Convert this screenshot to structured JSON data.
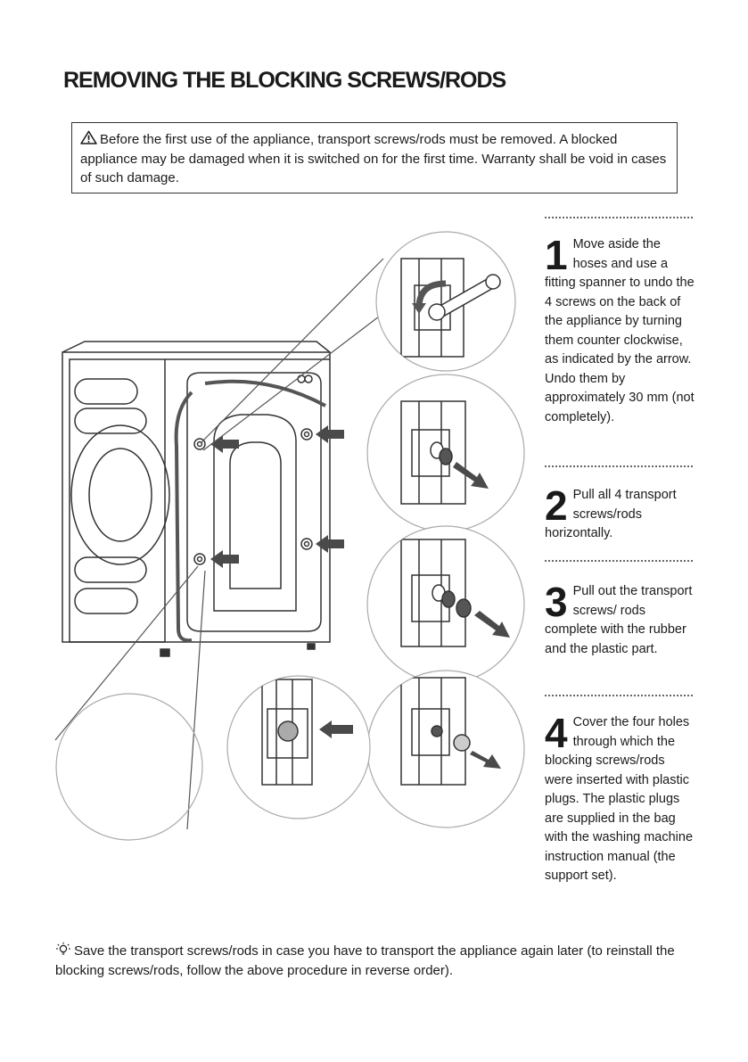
{
  "page": {
    "title": "REMOVING THE BLOCKING SCREWS/RODS"
  },
  "warning": {
    "icon": "warning-triangle-icon",
    "text": "Before the first use of the appliance, transport screws/rods must be removed. A blocked appliance may be damaged when it is switched on for the first time. Warranty shall be void in cases of such damage."
  },
  "steps": [
    {
      "number": "1",
      "text": "Move aside the hoses and use a fitting spanner to undo the 4 screws on the back of the appliance by turning them counter clockwise, as indicated by the arrow. Undo them by approximately 30 mm (not completely)."
    },
    {
      "number": "2",
      "text": "Pull all 4 transport screws/rods horizontally."
    },
    {
      "number": "3",
      "text": "Pull out the transport screws/ rods complete with the rubber and the plastic part."
    },
    {
      "number": "4",
      "text": "Cover the four holes through which the blocking screws/rods were inserted with plastic plugs. The plastic plugs are supplied in the bag with the washing machine instruction manual (the support set)."
    }
  ],
  "tip": {
    "icon": "lightbulb-icon",
    "text": "Save the transport screws/rods in case you have to transport the appliance again later (to reinstall the blocking screws/rods, follow the above procedure in reverse order)."
  },
  "colors": {
    "text": "#1a1a1a",
    "arrow": "#4a4a4a",
    "outline": "#333333"
  }
}
